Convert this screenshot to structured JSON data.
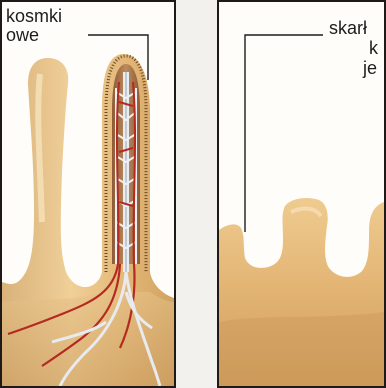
{
  "left_panel": {
    "label_lines": [
      "kosmki",
      "owe"
    ]
  },
  "right_panel": {
    "label_lines": [
      "skarł",
      "k",
      "je"
    ]
  }
}
